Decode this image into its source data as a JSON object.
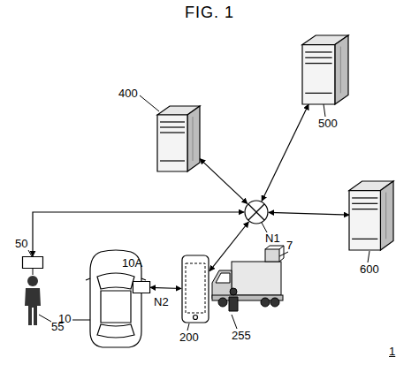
{
  "diagram": {
    "title": "FIG. 1",
    "nodes": [
      {
        "text": [
          "400"
        ]
      },
      {
        "text": [
          "500"
        ]
      },
      {
        "text": [
          "N1"
        ]
      },
      {
        "text": [
          "600"
        ]
      },
      {
        "text": [
          "50"
        ]
      },
      {
        "text": [
          "10"
        ]
      },
      {
        "text": [
          "10A"
        ]
      },
      {
        "text": [
          "200"
        ]
      }
    ],
    "edges": [
      {
        "from": 0,
        "to": 2,
        "arrow": "both"
      },
      {
        "from": 1,
        "to": 2,
        "arrow": "both"
      },
      {
        "from": 3,
        "to": 2,
        "arrow": "both"
      },
      {
        "from": 4,
        "to": 2,
        "arrow": "both"
      },
      {
        "from": 2,
        "to": 7,
        "arrow": "both"
      },
      {
        "from": 6,
        "to": 7,
        "label": "N2",
        "arrow": "both"
      }
    ],
    "labels": [
      "55",
      "7",
      "255",
      "1"
    ]
  }
}
